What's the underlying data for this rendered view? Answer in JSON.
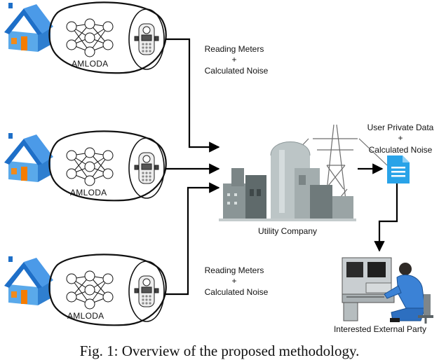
{
  "households": [
    {
      "model_label": "AMLODA"
    },
    {
      "model_label": "AMLODA"
    },
    {
      "model_label": "AMLODA"
    }
  ],
  "flow_labels": {
    "top": [
      "Reading Meters",
      "+",
      "Calculated Noise"
    ],
    "bottom": [
      "Reading Meters",
      "+",
      "Calculated Noise"
    ],
    "right": [
      "User Private Data",
      "+",
      "Calculated Noise"
    ]
  },
  "utility_label": "Utility Company",
  "party_label": "Interested External Party",
  "caption": "Fig. 1: Overview of the proposed methodology.",
  "icons": [
    "house-icon",
    "neural-network-icon",
    "smart-meter-icon",
    "power-plant-icon",
    "document-icon",
    "operator-icon"
  ],
  "colors": {
    "house_roof": "#1e88e5",
    "house_wall": "#64b5f6",
    "door": "#f57c00",
    "document": "#29a3e8"
  }
}
